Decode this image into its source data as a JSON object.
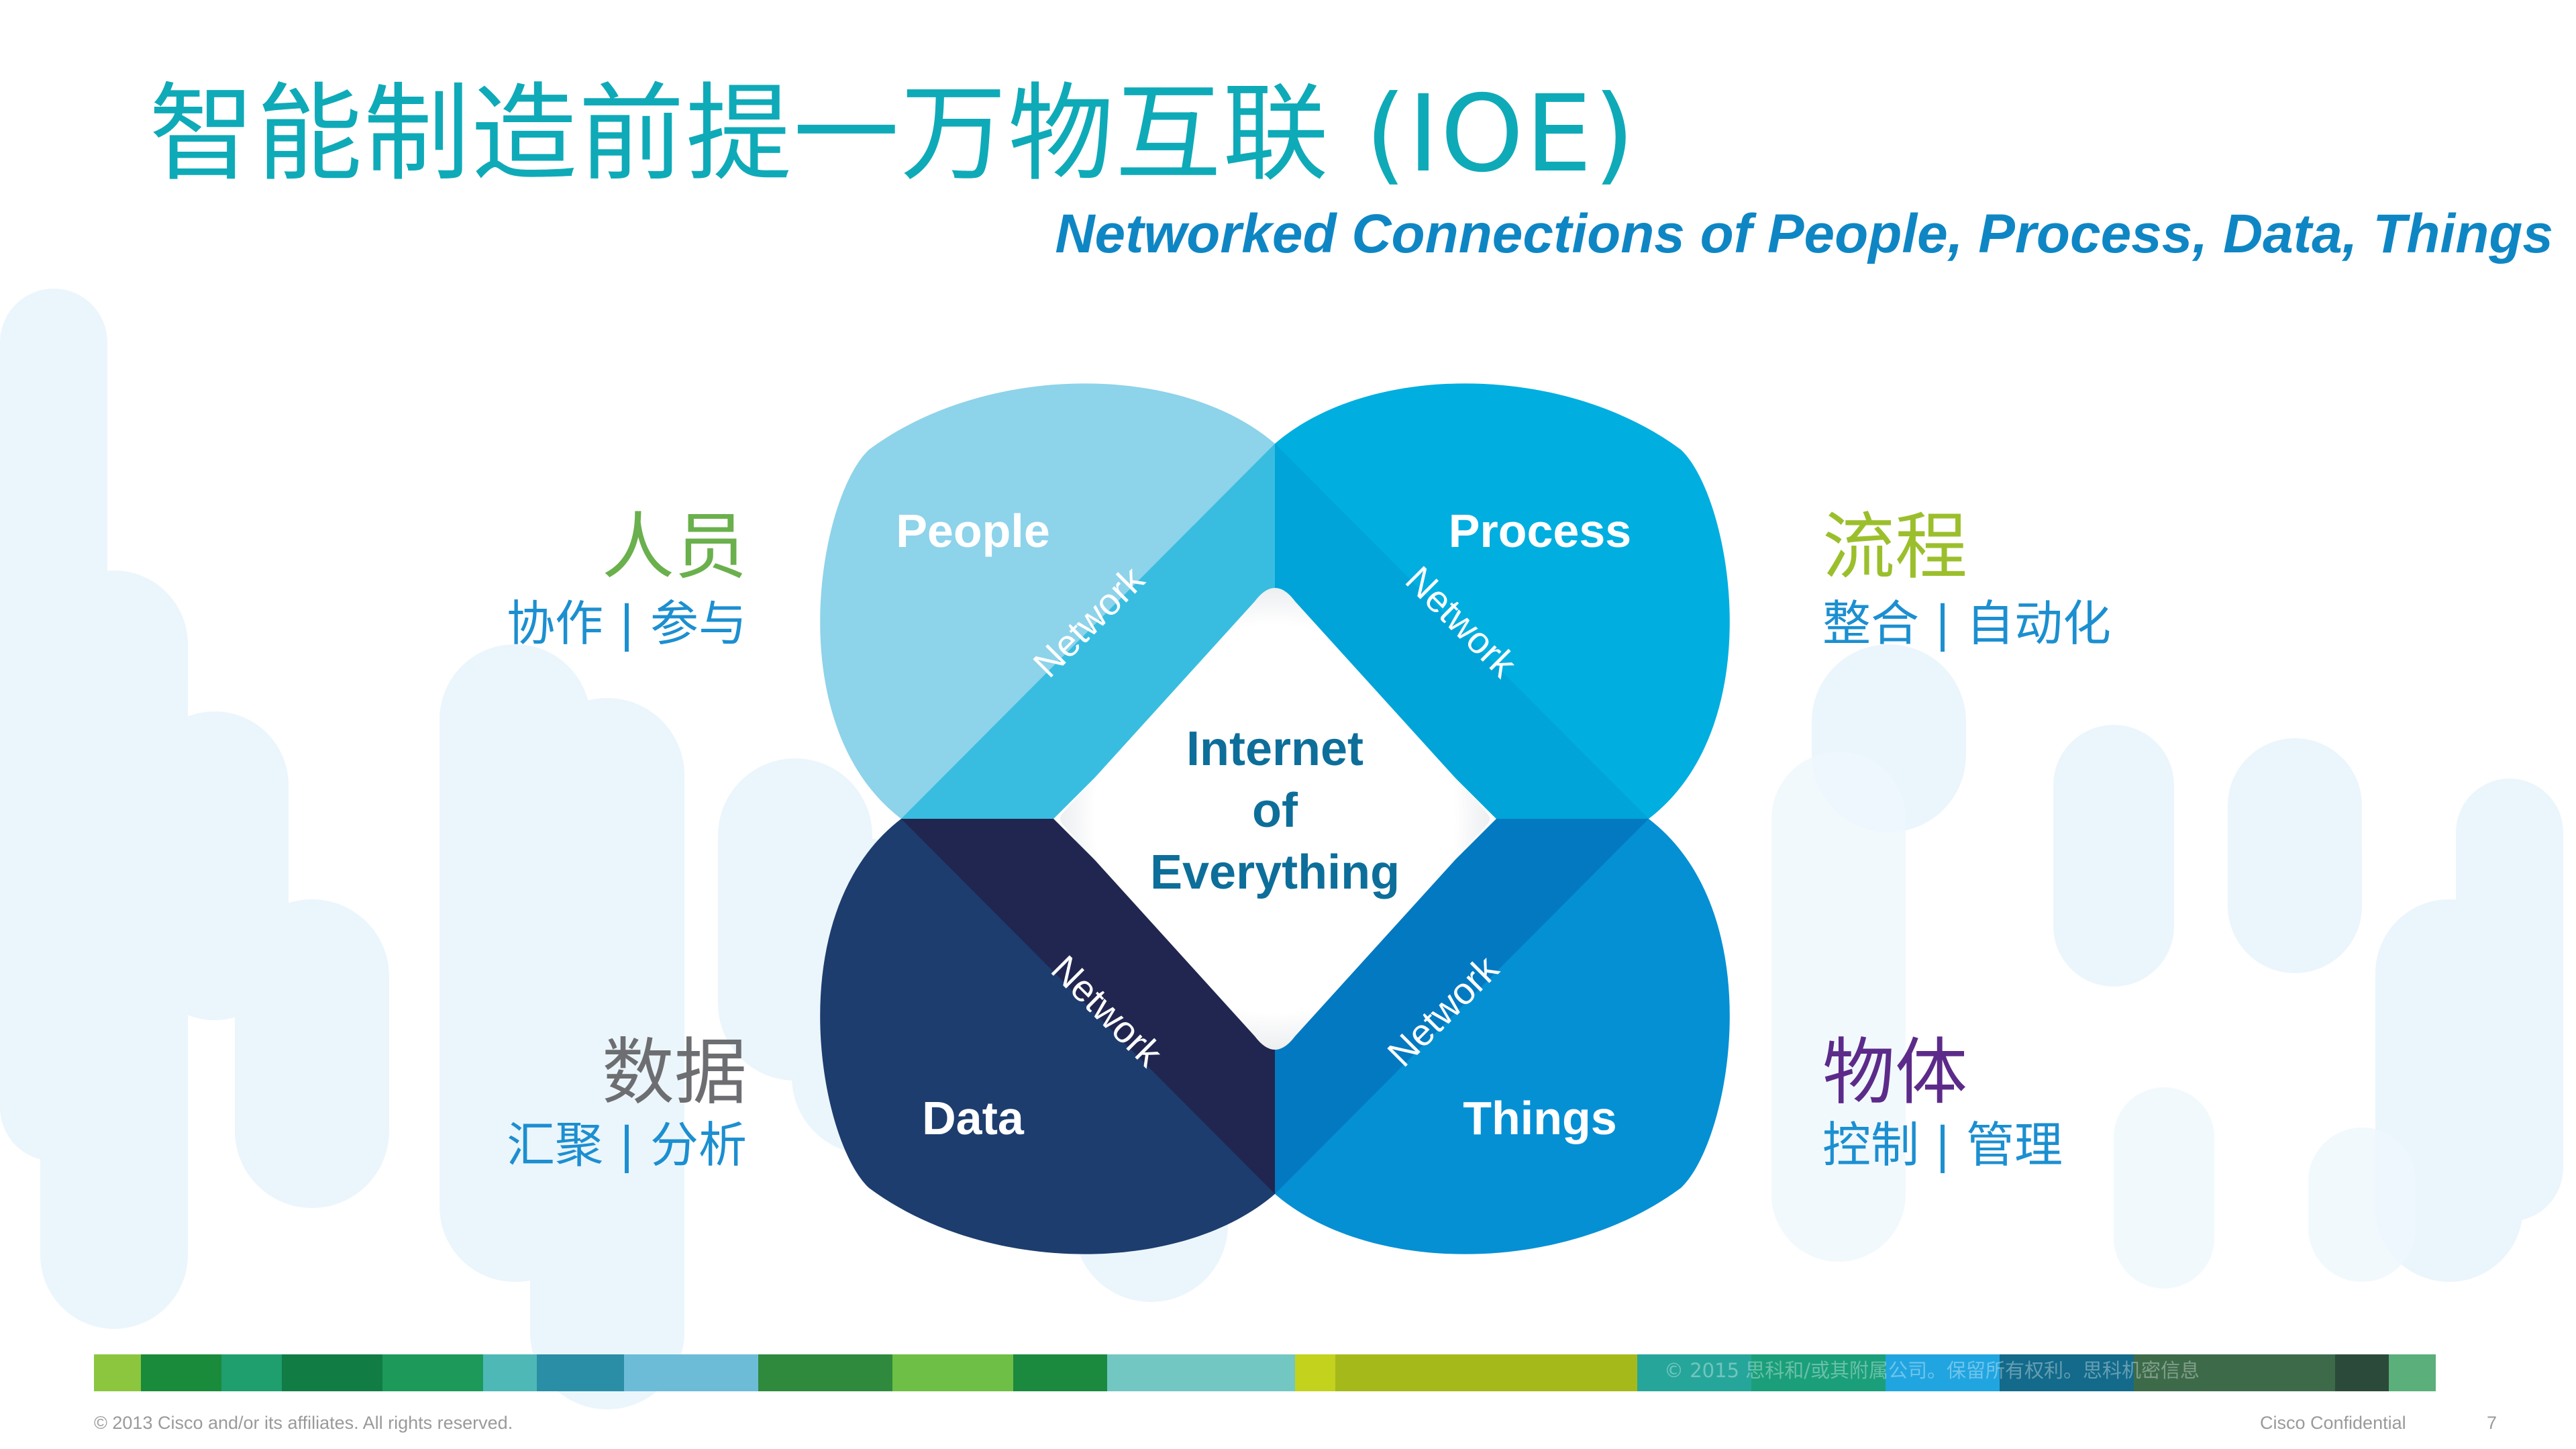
{
  "title": "智能制造前提一万物互联 (IOE)",
  "subtitle": "Networked Connections of People, Process, Data, Things",
  "diagram": {
    "center_line1": "Internet",
    "center_line2": "of",
    "center_line3": "Everything",
    "network_label": "Network",
    "petals": {
      "people": "People",
      "process": "Process",
      "data": "Data",
      "things": "Things"
    }
  },
  "sides": {
    "people": {
      "heading": "人员",
      "sub": "协作 | 参与"
    },
    "process": {
      "heading": "流程",
      "sub": "整合 | 自动化"
    },
    "data": {
      "heading": "数据",
      "sub": "汇聚 | 分析"
    },
    "things": {
      "heading": "物体",
      "sub": "控制 | 管理"
    }
  },
  "footer": {
    "copyright": "© 2013 Cisco and/or its affiliates. All rights reserved.",
    "confidential": "Cisco Confidential",
    "page_number": "7",
    "watermark": "© 2015 思科和/或其附属公司。保留所有权利。思科机密信息"
  },
  "colors": {
    "title": "#0faab8",
    "subtitle": "#0f86c4",
    "people_petal": "#8dd3ea",
    "process_petal": "#00aee0",
    "data_petal": "#1d3d6e",
    "things_petal": "#0590d4",
    "people_heading": "#6ab04c",
    "process_heading": "#9bbf2c",
    "data_heading": "#6d6e71",
    "things_heading": "#5c2b8a",
    "side_sub": "#1c8fd0"
  }
}
